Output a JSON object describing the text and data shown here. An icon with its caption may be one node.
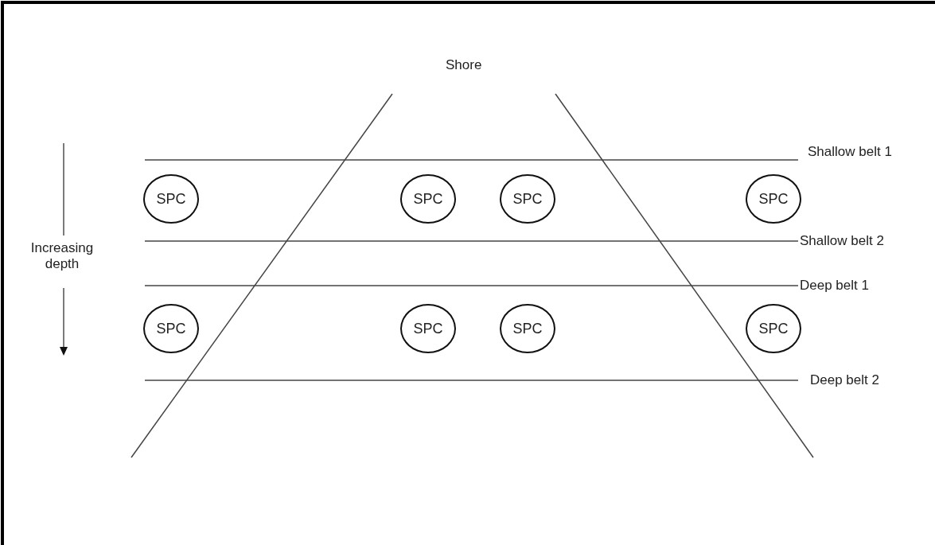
{
  "diagram": {
    "nodes": [
      {
        "text": [
          "SPC"
        ]
      },
      {
        "text": [
          "SPC"
        ]
      },
      {
        "text": [
          "SPC"
        ]
      },
      {
        "text": [
          "SPC"
        ]
      },
      {
        "text": [
          "SPC"
        ]
      },
      {
        "text": [
          "SPC"
        ]
      },
      {
        "text": [
          "SPC"
        ]
      },
      {
        "text": [
          "SPC"
        ]
      }
    ],
    "labels": [
      "Shore",
      "Shallow belt 1",
      "Increasing depth",
      "Shallow belt 2",
      "Deep belt 1",
      "Deep belt 2"
    ]
  }
}
